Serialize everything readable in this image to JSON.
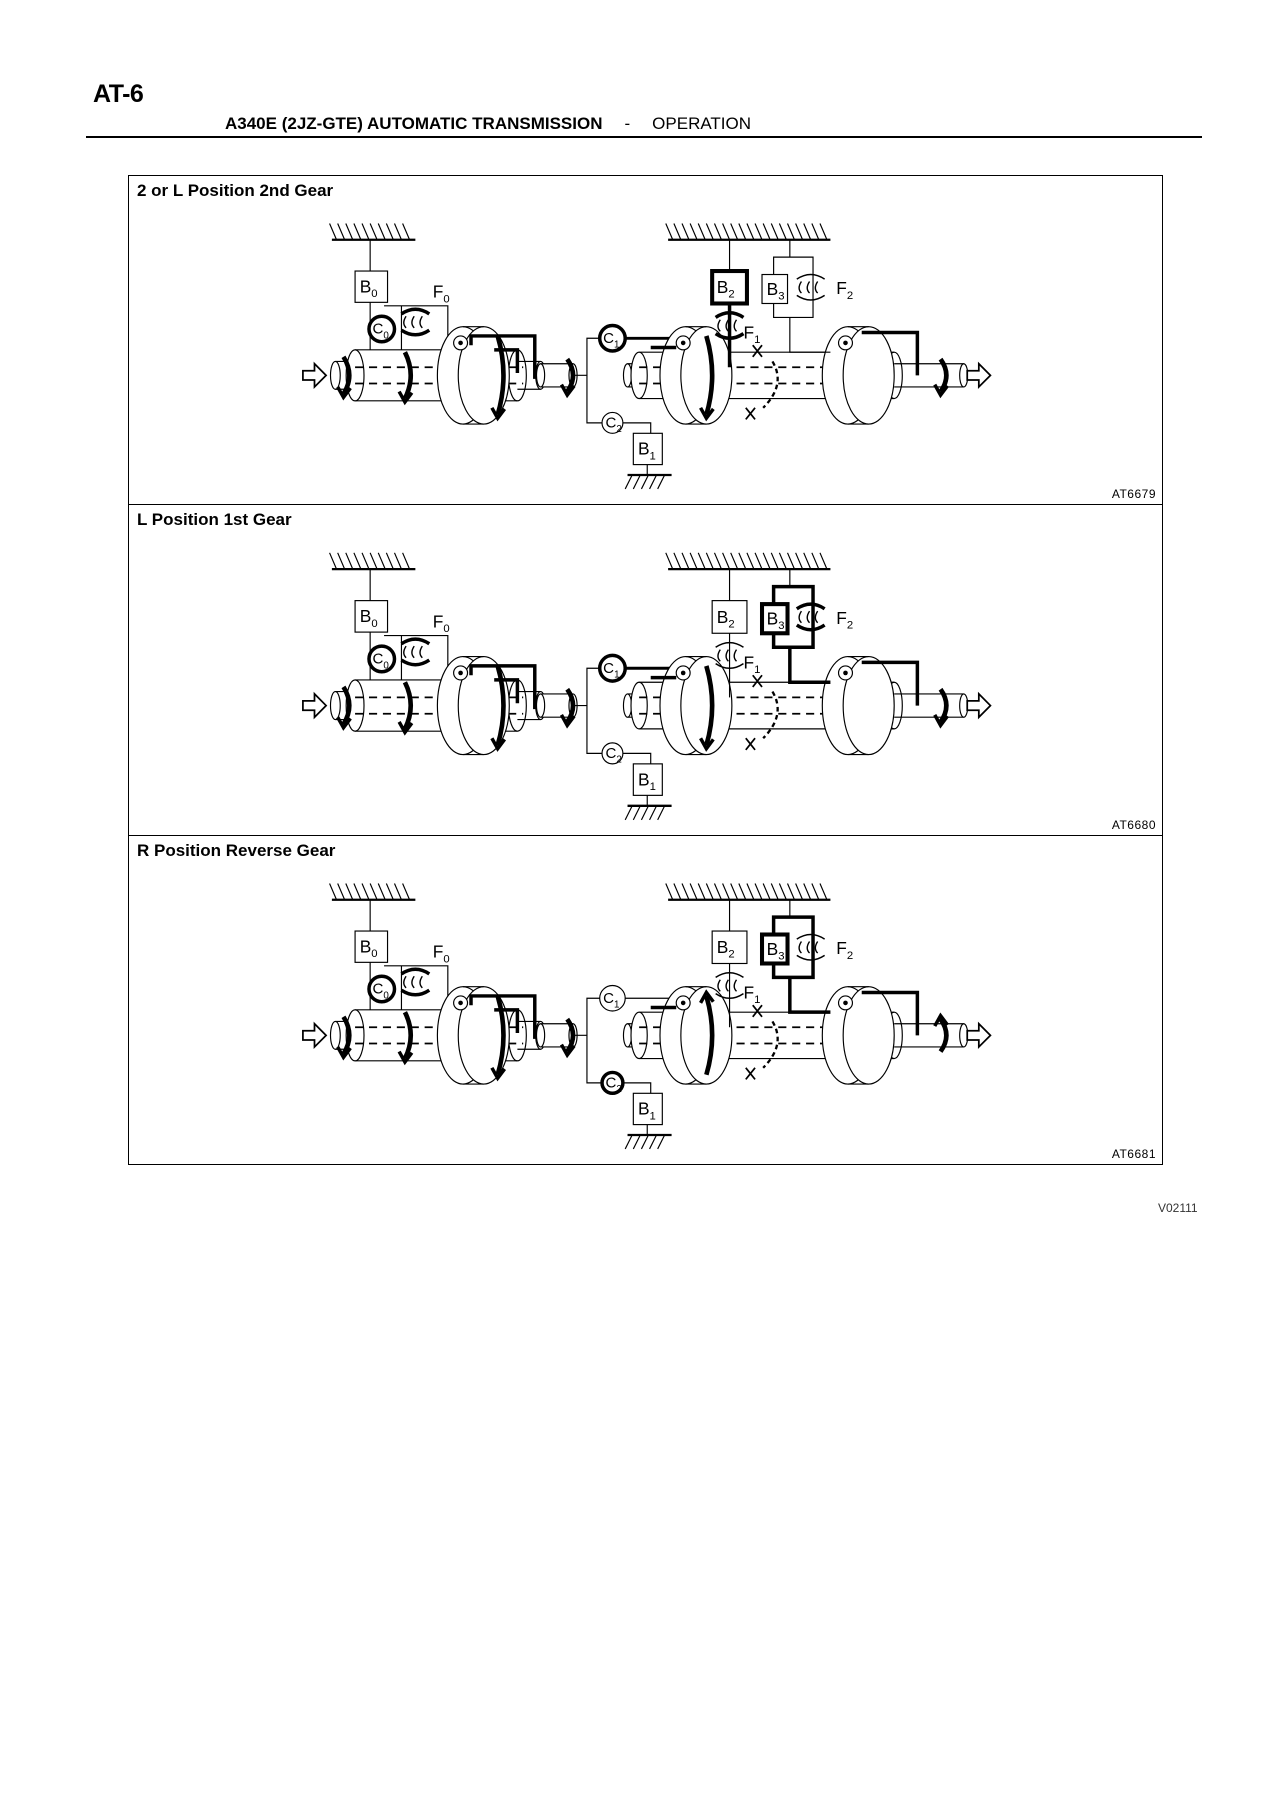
{
  "page_number": "AT-6",
  "header": {
    "title": "A340E (2JZ-GTE)  AUTOMATIC TRANSMISSION",
    "separator": "-",
    "section": "OPERATION"
  },
  "panels": [
    {
      "title": "2 or L Position 2nd Gear",
      "code": "AT6679",
      "engaged": [
        "C0",
        "F0",
        "C1",
        "B2",
        "F1"
      ],
      "labels": {
        "B0": [
          "B",
          "0"
        ],
        "F0": [
          "F",
          "0"
        ],
        "C0": [
          "C",
          "0"
        ],
        "C1": [
          "C",
          "1"
        ],
        "C2": [
          "C",
          "2"
        ],
        "B1": [
          "B",
          "1"
        ],
        "B2": [
          "B",
          "2"
        ],
        "B3": [
          "B",
          "3"
        ],
        "F1": [
          "F",
          "1"
        ],
        "F2": [
          "F",
          "2"
        ]
      }
    },
    {
      "title": "L Position 1st Gear",
      "code": "AT6680",
      "engaged": [
        "C0",
        "F0",
        "C1",
        "B3",
        "F2"
      ],
      "labels": {
        "B0": [
          "B",
          "0"
        ],
        "F0": [
          "F",
          "0"
        ],
        "C0": [
          "C",
          "0"
        ],
        "C1": [
          "C",
          "1"
        ],
        "C2": [
          "C",
          "2"
        ],
        "B1": [
          "B",
          "1"
        ],
        "B2": [
          "B",
          "2"
        ],
        "B3": [
          "B",
          "3"
        ],
        "F1": [
          "F",
          "1"
        ],
        "F2": [
          "F",
          "2"
        ]
      }
    },
    {
      "title": "R Position Reverse Gear",
      "code": "AT6681",
      "engaged": [
        "C0",
        "F0",
        "C2",
        "B3"
      ],
      "labels": {
        "B0": [
          "B",
          "0"
        ],
        "F0": [
          "F",
          "0"
        ],
        "C0": [
          "C",
          "0"
        ],
        "C1": [
          "C",
          "1"
        ],
        "C2": [
          "C",
          "2"
        ],
        "B1": [
          "B",
          "1"
        ],
        "B2": [
          "B",
          "2"
        ],
        "B3": [
          "B",
          "3"
        ],
        "F1": [
          "F",
          "1"
        ],
        "F2": [
          "F",
          "2"
        ]
      }
    }
  ],
  "document_id": "V02111"
}
